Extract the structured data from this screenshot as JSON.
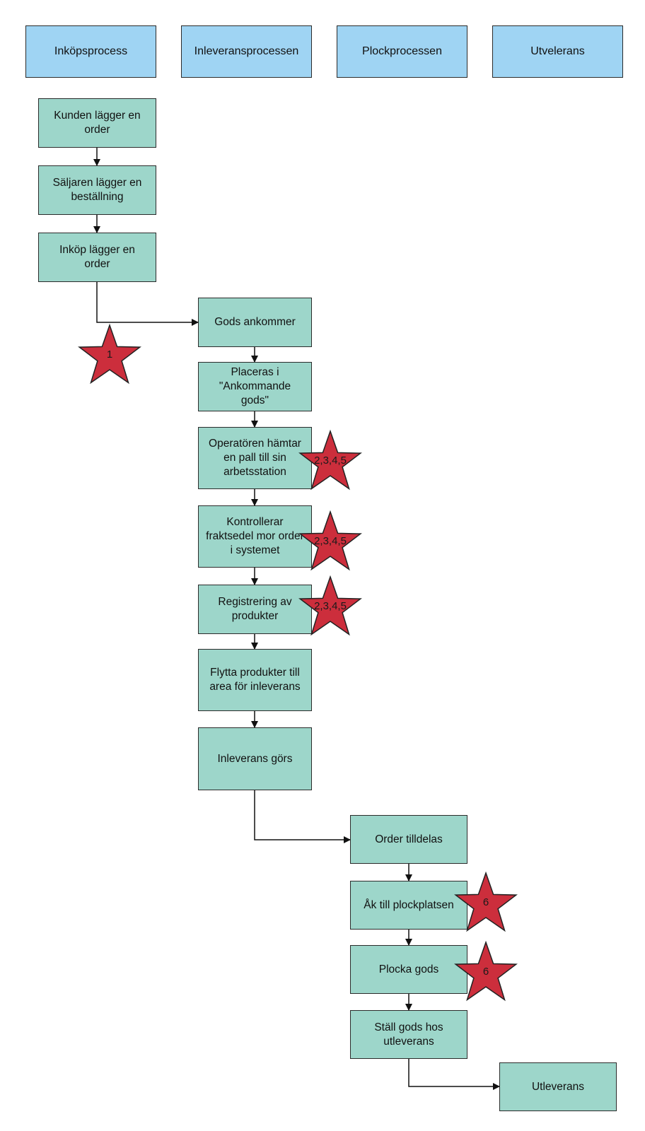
{
  "lanes": [
    {
      "id": "lane-inkop",
      "label": "Inköpsprocess"
    },
    {
      "id": "lane-inleverans",
      "label": "Inleveransprocessen"
    },
    {
      "id": "lane-plock",
      "label": "Plockprocessen"
    },
    {
      "id": "lane-utleverans",
      "label": "Utvelerans"
    }
  ],
  "steps": [
    {
      "id": "kunden-lagger-order",
      "label": "Kunden lägger en\norder"
    },
    {
      "id": "saljaren-bestallning",
      "label": "Säljaren lägger en\nbeställning"
    },
    {
      "id": "inkop-order",
      "label": "Inköp lägger en\norder"
    },
    {
      "id": "gods-ankommer",
      "label": "Gods ankommer"
    },
    {
      "id": "placeras",
      "label": "Placeras i\n\"Ankommande\ngods\""
    },
    {
      "id": "operatoren-hamtar",
      "label": "Operatören hämtar\nen pall till sin\narbetsstation"
    },
    {
      "id": "kontrollerar",
      "label": "Kontrollerar\nfraktsedel mor order\ni systemet"
    },
    {
      "id": "registrering",
      "label": "Registrering av\nprodukter"
    },
    {
      "id": "flytta",
      "label": "Flytta produkter till\narea för inleverans"
    },
    {
      "id": "inleverans-gors",
      "label": "Inleverans görs"
    },
    {
      "id": "order-tilldelas",
      "label": "Order tilldelas"
    },
    {
      "id": "ak-till-plockplatsen",
      "label": "Åk till plockplatsen"
    },
    {
      "id": "plocka-gods",
      "label": "Plocka gods"
    },
    {
      "id": "stall-gods",
      "label": "Ställ gods hos\nutleverans"
    },
    {
      "id": "utleverans",
      "label": "Utleverans"
    }
  ],
  "markers": [
    {
      "id": "marker-1",
      "label": "1"
    },
    {
      "id": "marker-2",
      "label": "2,3,4,5"
    },
    {
      "id": "marker-3",
      "label": "2,3,4,5"
    },
    {
      "id": "marker-4",
      "label": "2,3,4,5"
    },
    {
      "id": "marker-5",
      "label": "6"
    },
    {
      "id": "marker-6",
      "label": "6"
    }
  ],
  "colors": {
    "header_fill": "#9fd4f3",
    "step_fill": "#9dd6ca",
    "star_fill": "#cc2e3c",
    "line": "#111111"
  }
}
